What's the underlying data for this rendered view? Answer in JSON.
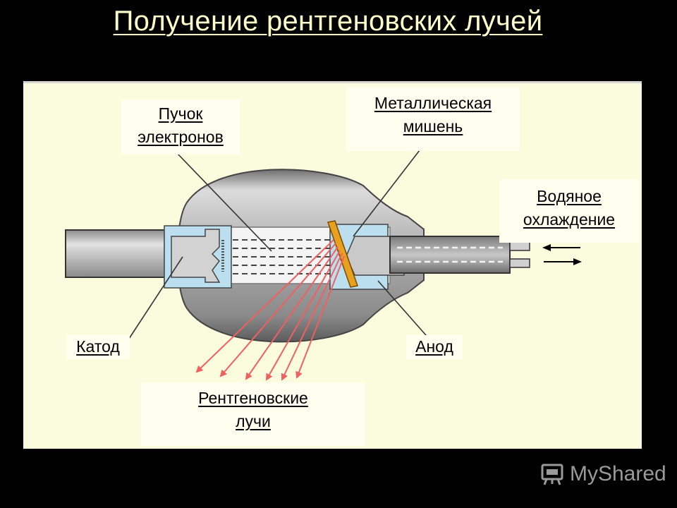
{
  "title": "Получение рентгеновских лучей",
  "labels": {
    "electron_beam": [
      "Пучок",
      "электронов"
    ],
    "metal_target": [
      "Металлическая",
      "мишень"
    ],
    "water_cooling": [
      "Водяное",
      "охлаждение"
    ],
    "cathode": "Катод",
    "anode": "Анод",
    "xrays": [
      "Рентгеновские",
      "лучи"
    ]
  },
  "logo": {
    "text": "MyShared",
    "icon": "presentation-board-icon"
  },
  "colors": {
    "background": "#000000",
    "title": "#ffffcc",
    "panel": "#fbfbde",
    "tube": "#a8a8a8",
    "inner": "#bcdff0",
    "target": "#e8a020",
    "rays": "#f06060"
  }
}
